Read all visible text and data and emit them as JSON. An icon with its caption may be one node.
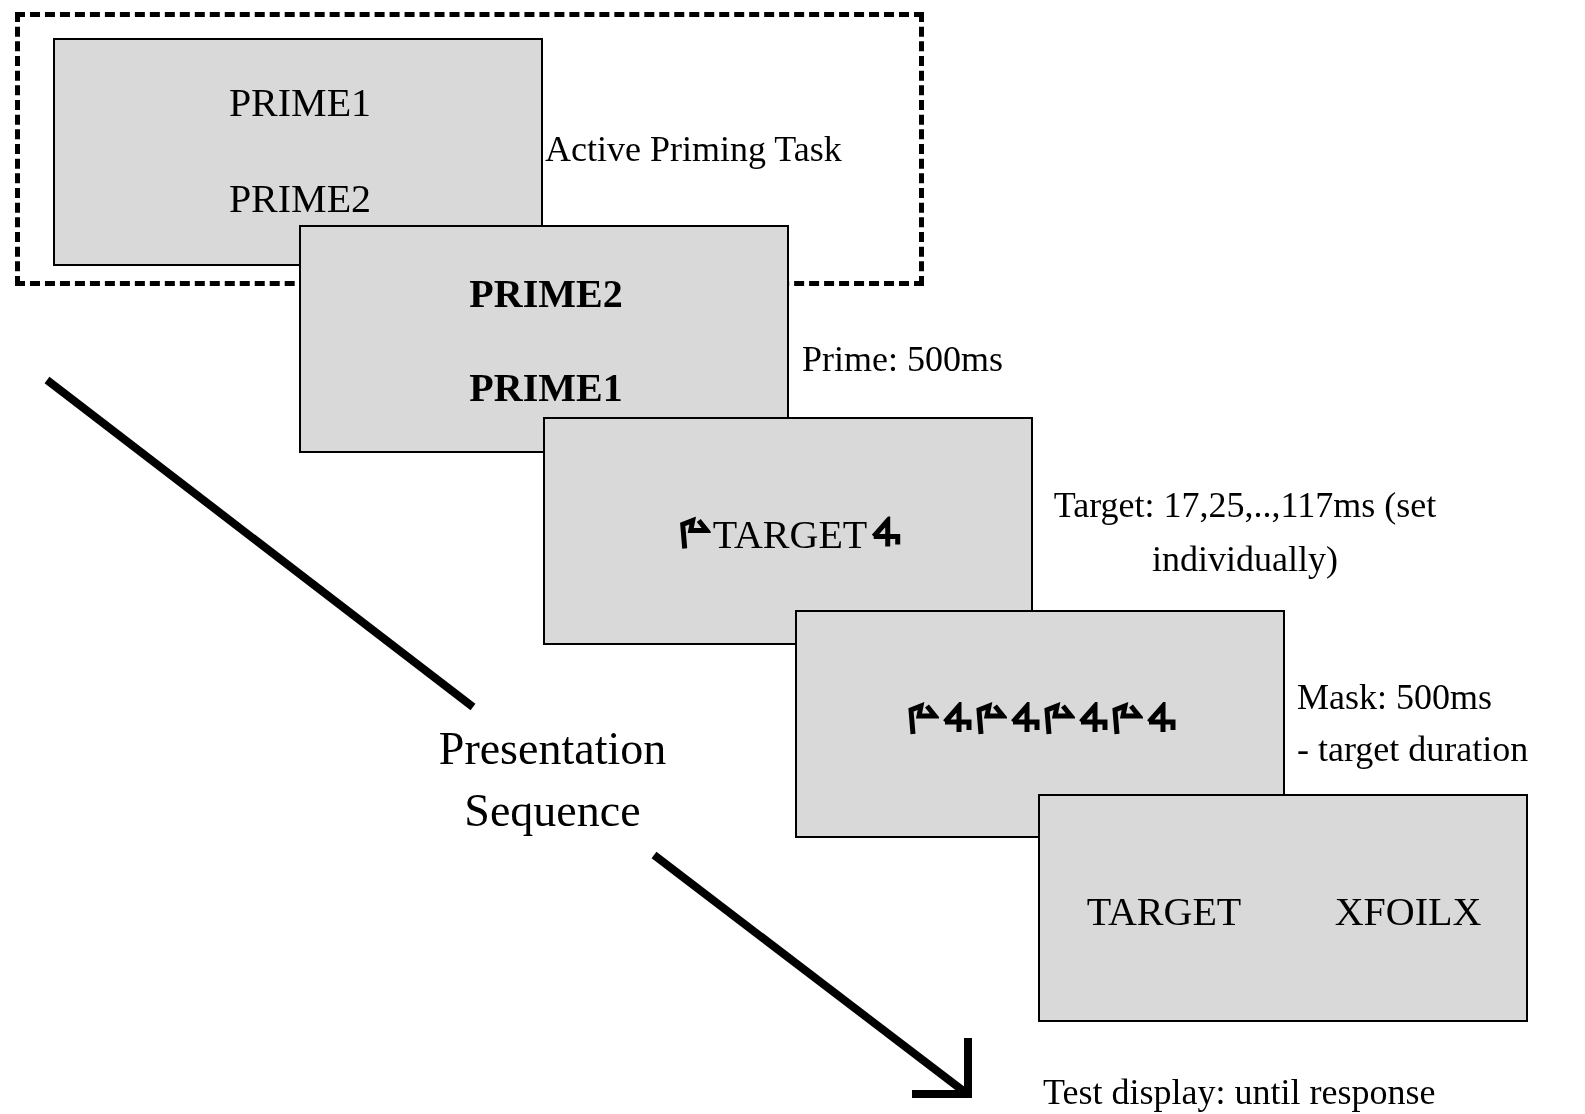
{
  "diagram": {
    "nodes": [
      {
        "text": [
          "Active Priming Task"
        ]
      },
      {
        "text": [
          "PRIME1",
          "PRIME2"
        ],
        "in": 0
      },
      {
        "text": [
          "PRIME2",
          "PRIME1"
        ],
        "beside": [
          "Prime: 500ms"
        ]
      },
      {
        "text": [
          "TARGET"
        ],
        "beside": [
          "Target: 17,25,..,117ms (set individually)"
        ]
      },
      {
        "text": [],
        "shape": "box",
        "beside": [
          "Mask: 500ms",
          "- target duration"
        ]
      },
      {
        "text": [
          "TARGET",
          "XFOILX"
        ],
        "beside": [
          "Test display: until response"
        ]
      }
    ],
    "labels": [
      "Presentation Sequence"
    ]
  }
}
